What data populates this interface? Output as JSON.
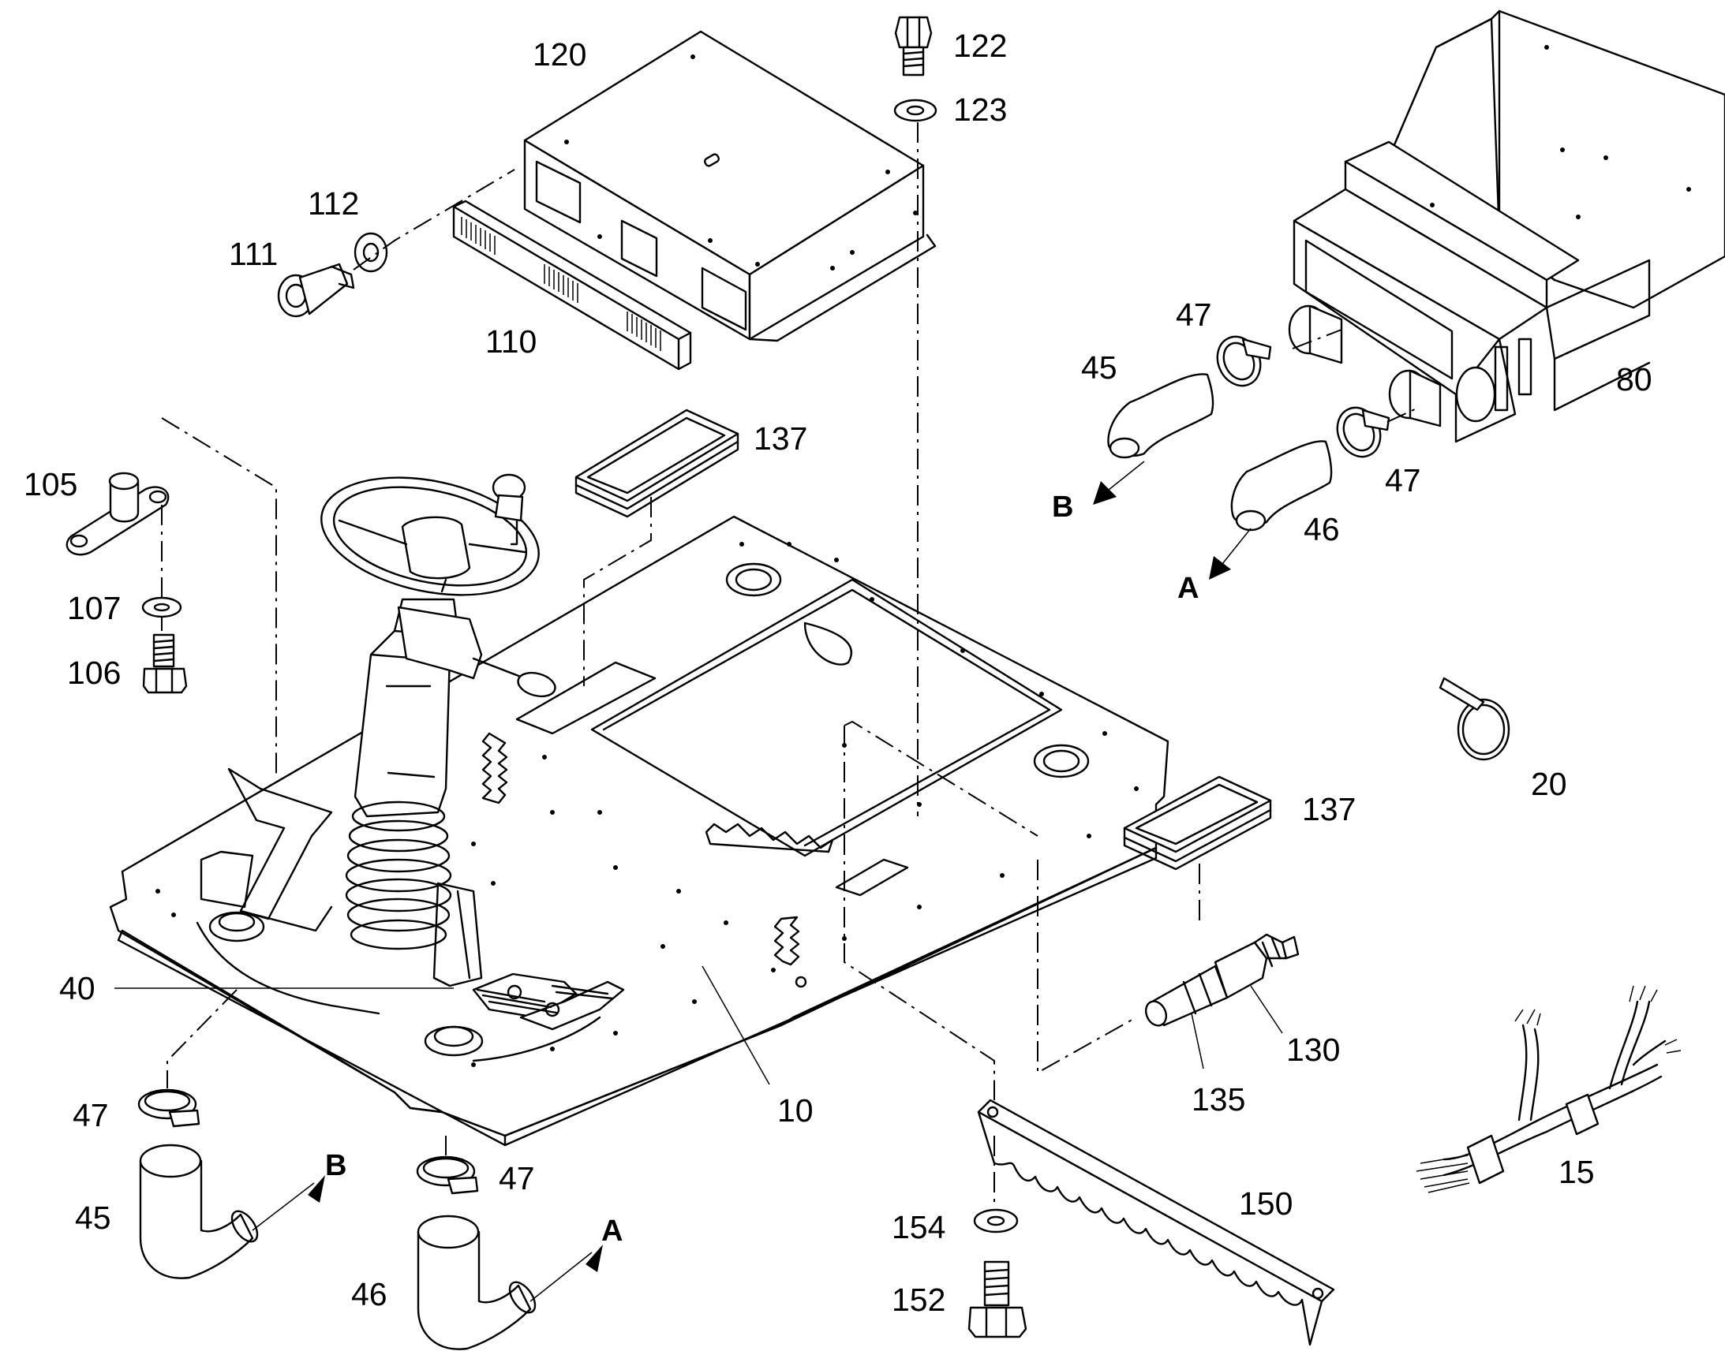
{
  "diagram": {
    "callouts": [
      {
        "id": "122",
        "text": "122"
      },
      {
        "id": "120",
        "text": "120"
      },
      {
        "id": "123",
        "text": "123"
      },
      {
        "id": "112",
        "text": "112"
      },
      {
        "id": "111",
        "text": "111"
      },
      {
        "id": "110",
        "text": "110"
      },
      {
        "id": "47a",
        "text": "47"
      },
      {
        "id": "45a",
        "text": "45"
      },
      {
        "id": "80",
        "text": "80"
      },
      {
        "id": "137a",
        "text": "137"
      },
      {
        "id": "105",
        "text": "105"
      },
      {
        "id": "47b",
        "text": "47"
      },
      {
        "id": "46a",
        "text": "46"
      },
      {
        "id": "107",
        "text": "107"
      },
      {
        "id": "106",
        "text": "106"
      },
      {
        "id": "20",
        "text": "20"
      },
      {
        "id": "137b",
        "text": "137"
      },
      {
        "id": "40",
        "text": "40"
      },
      {
        "id": "130",
        "text": "130"
      },
      {
        "id": "10",
        "text": "10"
      },
      {
        "id": "135",
        "text": "135"
      },
      {
        "id": "47c",
        "text": "47"
      },
      {
        "id": "47d",
        "text": "47"
      },
      {
        "id": "150",
        "text": "150"
      },
      {
        "id": "15",
        "text": "15"
      },
      {
        "id": "45b",
        "text": "45"
      },
      {
        "id": "154",
        "text": "154"
      },
      {
        "id": "46b",
        "text": "46"
      },
      {
        "id": "152",
        "text": "152"
      }
    ],
    "connection_letters": [
      {
        "id": "B-top",
        "text": "B"
      },
      {
        "id": "A-top",
        "text": "A"
      },
      {
        "id": "B-bottom",
        "text": "B"
      },
      {
        "id": "A-bottom",
        "text": "A"
      }
    ]
  }
}
